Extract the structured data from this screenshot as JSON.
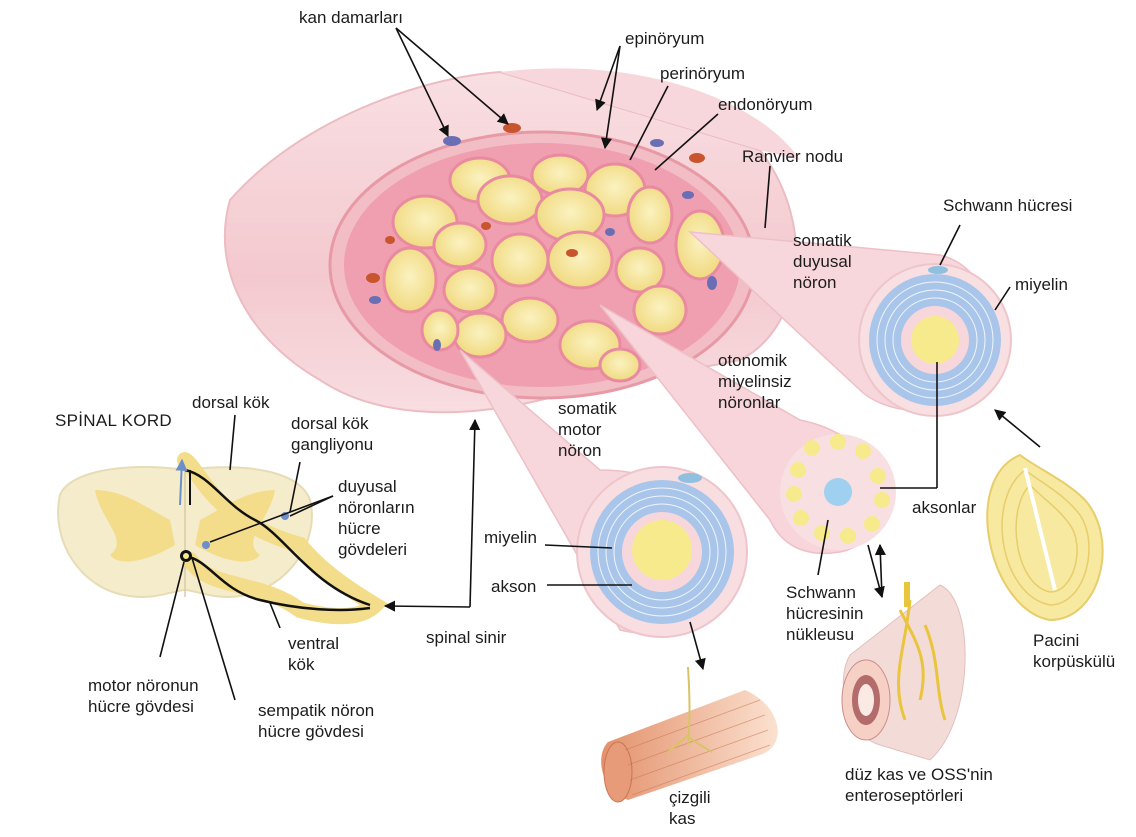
{
  "labels": {
    "kan_damarlari": "kan damarları",
    "epinoryum": "epinöryum",
    "perinoryum": "perinöryum",
    "endonoryum": "endonöryum",
    "ranvier_nodu": "Ranvier nodu",
    "schwann_hucresi": "Schwann hücresi",
    "somatik_duyusal_noron": "somatik\nduyusal\nnöron",
    "miyelin_sensory": "miyelin",
    "otonomik_miyelinsiz_noronlar": "otonomik\nmiyelinsiz\nnöronlar",
    "somatik_motor_noron": "somatik\nmotor\nnöron",
    "spinal_kord": "SPİNAL KORD",
    "dorsal_kok": "dorsal kök",
    "dorsal_kok_gangliyonu": "dorsal kök\ngangliyonu",
    "duyusal_noronlarin_hucre_govdeleri": "duyusal\nnöronların\nhücre\ngövdeleri",
    "aksonlar": "aksonlar",
    "miyelin_motor": "miyelin",
    "akson": "akson",
    "schwann_hucresinin_nukleusu": "Schwann\nhücresinin\nnükleusu",
    "pacini_korpuskulu": "Pacini\nkorpüskülü",
    "spinal_sinir": "spinal sinir",
    "ventral_kok": "ventral\nkök",
    "motor_noronun_hucre_govdesi": "motor nöronun\nhücre gövdesi",
    "sempatik_noron_hucre_govdesi": "sempatik nöron\nhücre gövdesi",
    "cizgili_kas": "çizgili\nkas",
    "duz_kas_oss": "düz kas ve OSS'nin\nenteroseptörleri"
  },
  "colors": {
    "nerve_pink": "#f6d3d7",
    "fascicle_yellow": "#f7e9a0",
    "myelin_blue": "#a9c6ea",
    "vessel_red": "#c9552e",
    "vessel_blue": "#6a6fb5",
    "cord_cream": "#f5eccc",
    "muscle_brown": "#d98a64"
  }
}
